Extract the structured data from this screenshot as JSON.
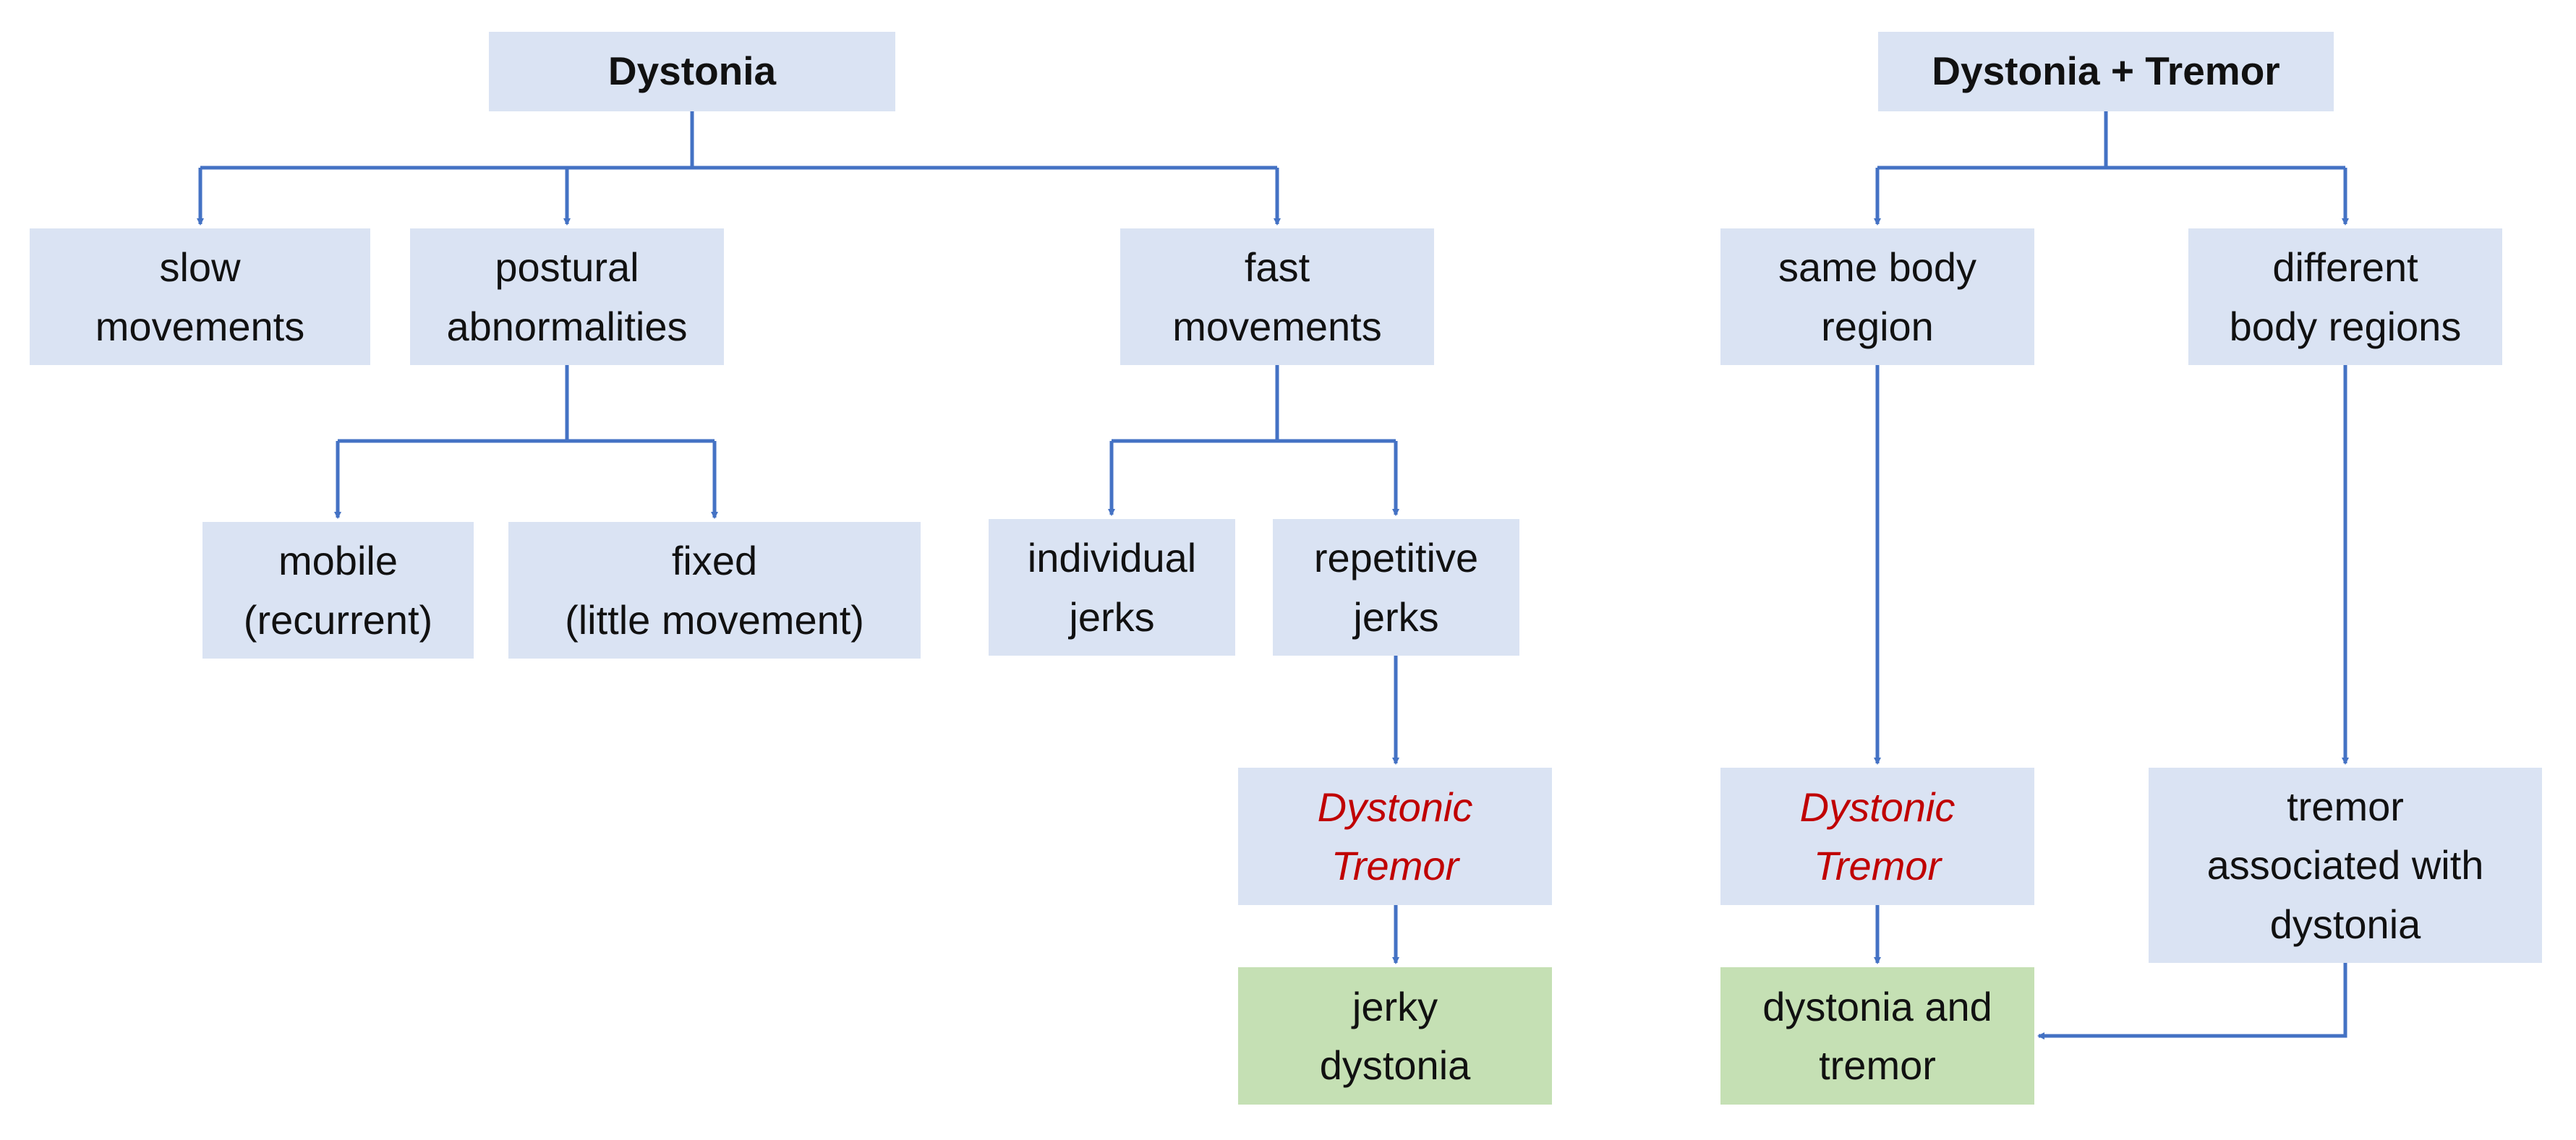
{
  "diagram": {
    "colors": {
      "box_fill": "#dae3f3",
      "outcome_fill": "#c5e0b4",
      "connector": "#4472c4",
      "highlight_text": "#c00000"
    },
    "nodes": {
      "dystonia": {
        "lines": [
          "Dystonia"
        ]
      },
      "slow": {
        "lines": [
          "slow",
          "movements"
        ]
      },
      "postural": {
        "lines": [
          "postural",
          "abnormalities"
        ]
      },
      "fast": {
        "lines": [
          "fast",
          "movements"
        ]
      },
      "mobile": {
        "lines": [
          "mobile",
          "(recurrent)"
        ]
      },
      "fixed": {
        "lines": [
          "fixed",
          "(little movement)"
        ]
      },
      "individual": {
        "lines": [
          "individual",
          "jerks"
        ]
      },
      "repetitive": {
        "lines": [
          "repetitive",
          "jerks"
        ]
      },
      "dt_left": {
        "lines": [
          "Dystonic",
          "Tremor"
        ]
      },
      "jerky": {
        "lines": [
          "jerky",
          "dystonia"
        ]
      },
      "dystonia_tremor": {
        "lines": [
          "Dystonia + Tremor"
        ]
      },
      "same_region": {
        "lines": [
          "same body",
          "region"
        ]
      },
      "diff_regions": {
        "lines": [
          "different",
          "body regions"
        ]
      },
      "dt_right": {
        "lines": [
          "Dystonic",
          "Tremor"
        ]
      },
      "tremor_assoc": {
        "lines": [
          "tremor",
          "associated with",
          "dystonia"
        ]
      },
      "dyst_and_tremor": {
        "lines": [
          "dystonia and",
          "tremor"
        ]
      }
    }
  }
}
